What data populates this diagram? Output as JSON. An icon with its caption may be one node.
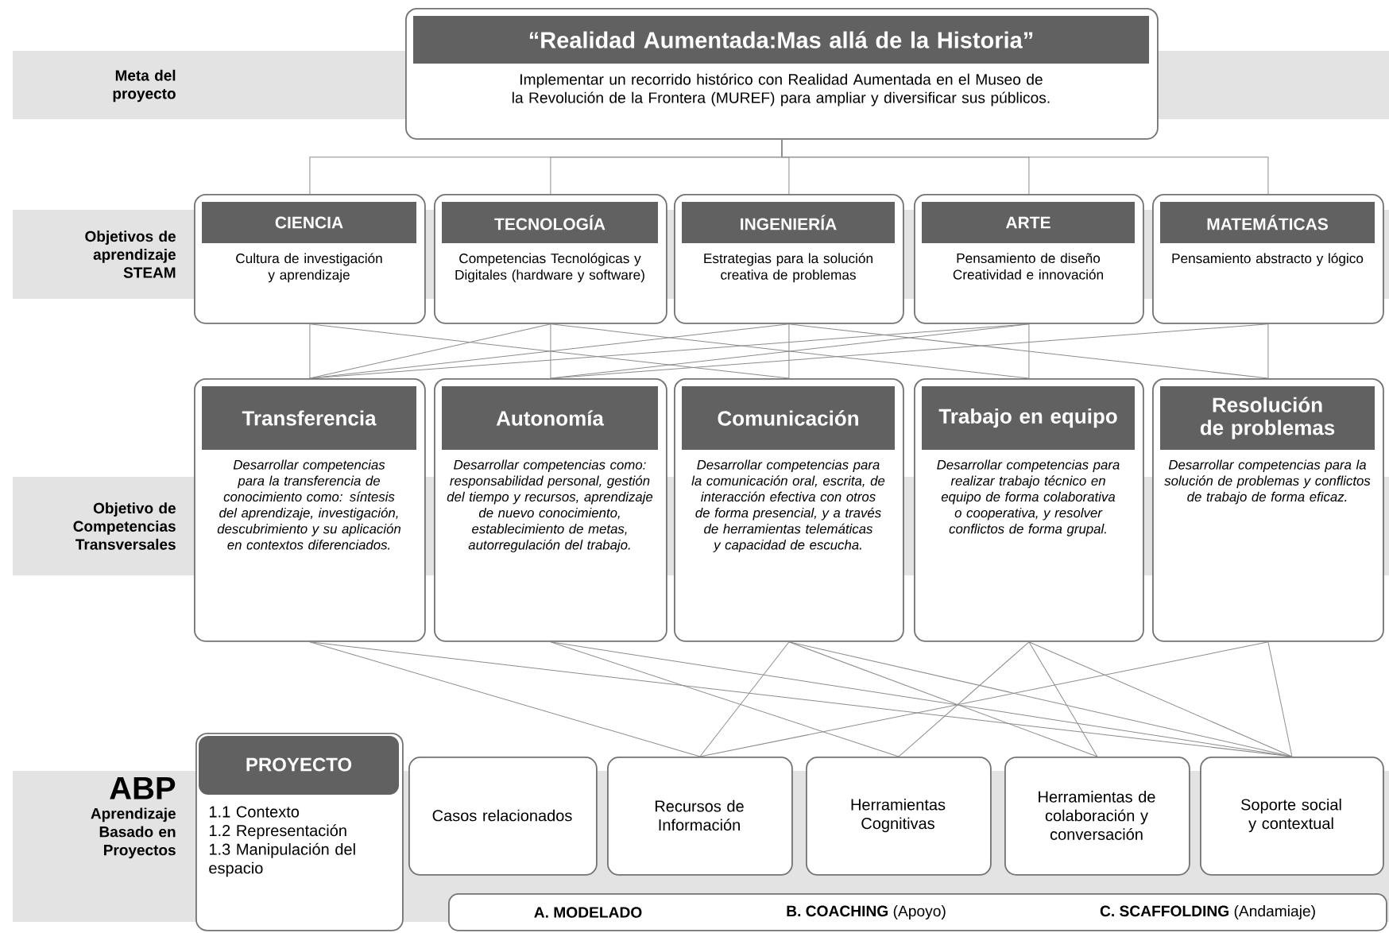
{
  "diagram": {
    "nodes": [
      {
        "text": [
          "“Realidad Aumentada:Mas allá de la Historia”",
          "Implementar un recorrido histórico con Realidad Aumentada en el Museo de la Revolución de la Frontera (MUREF) para ampliar y diversificar sus públicos."
        ]
      },
      {
        "text": [
          "CIENCIA",
          "Cultura de investigación y aprendizaje"
        ]
      },
      {
        "text": [
          "TECNOLOGÍA",
          "Competencias Tecnológicas y Digitales (hardware y software)"
        ]
      },
      {
        "text": [
          "INGENIERÍA",
          "Estrategias para la solución creativa de problemas"
        ]
      },
      {
        "text": [
          "ARTE",
          "Pensamiento de diseño Creatividad e innovación"
        ]
      },
      {
        "text": [
          "MATEMÁTICAS",
          "Pensamiento abstracto y lógico"
        ]
      },
      {
        "text": [
          "Transferencia",
          "Desarrollar competencias para la transferencia de conocimiento como: síntesis del aprendizaje, investigación, descubrimiento y su aplicación en contextos diferenciados."
        ]
      },
      {
        "text": [
          "Autonomía",
          "Desarrollar competencias como: responsabilidad personal, gestión del tiempo y recursos, aprendizaje de nuevo conocimiento, establecimiento de metas, autorregulación del trabajo."
        ]
      },
      {
        "text": [
          "Comunicación",
          "Desarrollar competencias para la comunicación oral, escrita, de interacción efectiva con otros de forma presencial, y a través de herramientas telemáticas y capacidad de escucha."
        ]
      },
      {
        "text": [
          "Trabajo en equipo",
          "Desarrollar competencias para realizar trabajo técnico en equipo de forma colaborativa o cooperativa, y resolver conflictos de forma grupal."
        ]
      },
      {
        "text": [
          "Resolución de problemas",
          "Desarrollar competencias para la solución de problemas y conflictos de trabajo de forma eficaz."
        ]
      },
      {
        "text": [
          "PROYECTO",
          "1.1 Contexto",
          "1.2 Representación",
          "1.3 Manipulación del espacio"
        ]
      },
      {
        "text": [
          "Casos relacionados"
        ]
      },
      {
        "text": [
          "Recursos de Información"
        ]
      },
      {
        "text": [
          "Herramientas Cognitivas"
        ]
      },
      {
        "text": [
          "Herramientas de colaboración y conversación"
        ]
      },
      {
        "text": [
          "Soporte social y contextual"
        ]
      },
      {
        "text": [
          "**A. MODELADO**",
          "**B. COACHING** (Apoyo)",
          "**C. SCAFFOLDING** (Andamiaje)"
        ]
      }
    ],
    "edges": [
      {
        "from": 0,
        "to": 1,
        "arrow": "none"
      },
      {
        "from": 0,
        "to": 2,
        "arrow": "none"
      },
      {
        "from": 0,
        "to": 3,
        "arrow": "none"
      },
      {
        "from": 0,
        "to": 4,
        "arrow": "none"
      },
      {
        "from": 0,
        "to": 5,
        "arrow": "none"
      },
      {
        "from": 1,
        "to": 6,
        "arrow": "none"
      },
      {
        "from": 1,
        "to": 8,
        "arrow": "none"
      },
      {
        "from": 2,
        "to": 6,
        "arrow": "none"
      },
      {
        "from": 2,
        "to": 7,
        "arrow": "none"
      },
      {
        "from": 2,
        "to": 9,
        "arrow": "none"
      },
      {
        "from": 3,
        "to": 6,
        "arrow": "none"
      },
      {
        "from": 3,
        "to": 8,
        "arrow": "none"
      },
      {
        "from": 3,
        "to": 10,
        "arrow": "none"
      },
      {
        "from": 4,
        "to": 6,
        "arrow": "none"
      },
      {
        "from": 4,
        "to": 7,
        "arrow": "none"
      },
      {
        "from": 4,
        "to": 9,
        "arrow": "none"
      },
      {
        "from": 5,
        "to": 7,
        "arrow": "none"
      },
      {
        "from": 5,
        "to": 10,
        "arrow": "none"
      },
      {
        "from": 6,
        "to": 13,
        "arrow": "none"
      },
      {
        "from": 6,
        "to": 16,
        "arrow": "none"
      },
      {
        "from": 7,
        "to": 14,
        "arrow": "none"
      },
      {
        "from": 7,
        "to": 16,
        "arrow": "none"
      },
      {
        "from": 8,
        "to": 13,
        "arrow": "none"
      },
      {
        "from": 8,
        "to": 15,
        "arrow": "none"
      },
      {
        "from": 8,
        "to": 16,
        "arrow": "none"
      },
      {
        "from": 9,
        "to": 14,
        "arrow": "none"
      },
      {
        "from": 9,
        "to": 15,
        "arrow": "none"
      },
      {
        "from": 9,
        "to": 16,
        "arrow": "none"
      },
      {
        "from": 10,
        "to": 13,
        "arrow": "none"
      },
      {
        "from": 10,
        "to": 16,
        "arrow": "none"
      }
    ],
    "labels": [
      "Meta del proyecto",
      "Objetivos de aprendizaje STEAM",
      "Objetivo de Competencias Transversales",
      "ABP",
      "Aprendizaje Basado en Proyectos"
    ]
  }
}
